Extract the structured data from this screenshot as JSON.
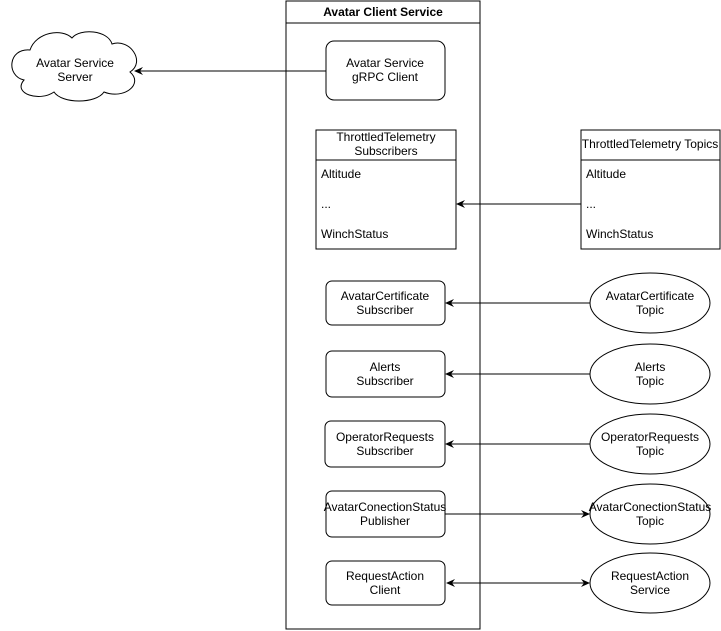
{
  "diagram": {
    "service_title": "Avatar Client Service",
    "cloud": {
      "line1": "Avatar Service",
      "line2": "Server"
    },
    "grpc_client": {
      "line1": "Avatar Service",
      "line2": "gRPC Client"
    },
    "telemetry_subscribers": {
      "header1": "ThrottledTelemetry",
      "header2": "Subscribers",
      "rows": [
        "Altitude",
        "...",
        "WinchStatus"
      ]
    },
    "telemetry_topics": {
      "header": "ThrottledTelemetry Topics",
      "rows": [
        "Altitude",
        "...",
        "WinchStatus"
      ]
    },
    "avatar_cert_subscriber": {
      "line1": "AvatarCertificate",
      "line2": "Subscriber"
    },
    "avatar_cert_topic": {
      "line1": "AvatarCertificate",
      "line2": "Topic"
    },
    "alerts_subscriber": {
      "line1": "Alerts",
      "line2": "Subscriber"
    },
    "alerts_topic": {
      "line1": "Alerts",
      "line2": "Topic"
    },
    "operator_requests_subscriber": {
      "line1": "OperatorRequests",
      "line2": "Subscriber"
    },
    "operator_requests_topic": {
      "line1": "OperatorRequests",
      "line2": "Topic"
    },
    "conn_status_publisher": {
      "line1": "AvatarConectionStatus",
      "line2": "Publisher"
    },
    "conn_status_topic": {
      "line1": "AvatarConectionStatus",
      "line2": "Topic"
    },
    "request_action_client": {
      "line1": "RequestAction",
      "line2": "Client"
    },
    "request_action_service": {
      "line1": "RequestAction",
      "line2": "Service"
    }
  }
}
